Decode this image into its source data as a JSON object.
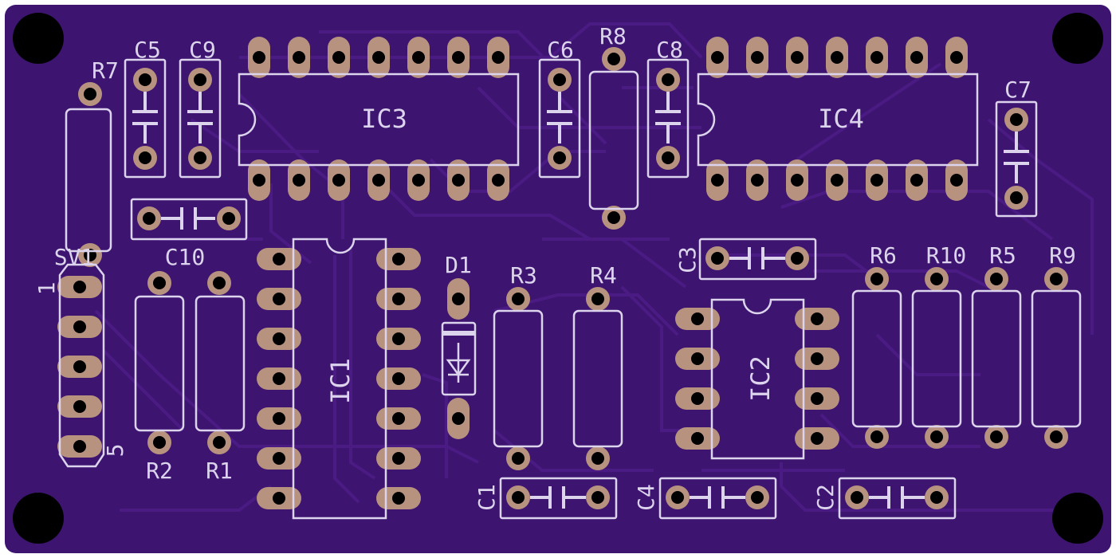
{
  "colors": {
    "board": "#3d1470",
    "trace": "#4b1b84",
    "pad": "#b7927f",
    "silk": "#dcd4ec",
    "hole": "#000000"
  },
  "components": {
    "ic1": "IC1",
    "ic2": "IC2",
    "ic3": "IC3",
    "ic4": "IC4",
    "c1": "C1",
    "c2": "C2",
    "c3": "C3",
    "c4": "C4",
    "c5": "C5",
    "c6": "C6",
    "c7": "C7",
    "c8": "C8",
    "c9": "C9",
    "c10": "C10",
    "r1": "R1",
    "r2": "R2",
    "r3": "R3",
    "r4": "R4",
    "r5": "R5",
    "r6": "R6",
    "r7": "R7",
    "r8": "R8",
    "r9": "R9",
    "r10": "R10",
    "d1": "D1",
    "sv1": "SV1"
  },
  "connector": {
    "pin_first": "1",
    "pin_last": "5"
  }
}
